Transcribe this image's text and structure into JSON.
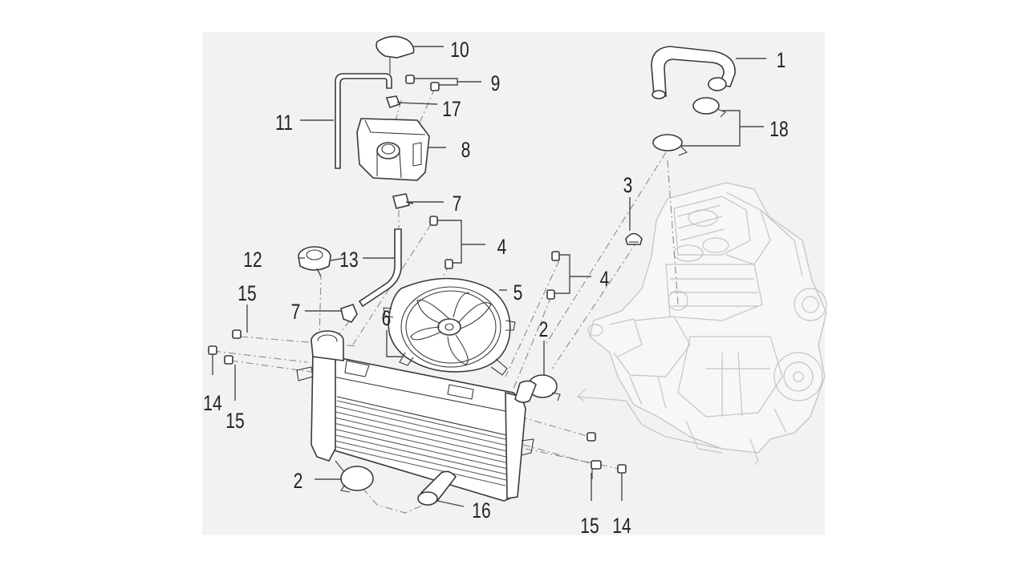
{
  "diagram": {
    "colors": {
      "background": "#ffffff",
      "panel": "#f2f2f2",
      "ink": "#222222",
      "engine_ghost": "#c4c4c4"
    },
    "callouts": [
      {
        "id": "c10",
        "text": "10"
      },
      {
        "id": "c9",
        "text": "9"
      },
      {
        "id": "c17",
        "text": "17"
      },
      {
        "id": "c11",
        "text": "11"
      },
      {
        "id": "c8",
        "text": "8"
      },
      {
        "id": "c7a",
        "text": "7"
      },
      {
        "id": "c1",
        "text": "1"
      },
      {
        "id": "c18",
        "text": "18"
      },
      {
        "id": "c3",
        "text": "3"
      },
      {
        "id": "c4a",
        "text": "4"
      },
      {
        "id": "c4b",
        "text": "4"
      },
      {
        "id": "c12",
        "text": "12"
      },
      {
        "id": "c13",
        "text": "13"
      },
      {
        "id": "c5",
        "text": "5"
      },
      {
        "id": "c15a",
        "text": "15"
      },
      {
        "id": "c7b",
        "text": "7"
      },
      {
        "id": "c6",
        "text": "6"
      },
      {
        "id": "c2a",
        "text": "2"
      },
      {
        "id": "c14a",
        "text": "14"
      },
      {
        "id": "c15b",
        "text": "15"
      },
      {
        "id": "c2b",
        "text": "2"
      },
      {
        "id": "c16",
        "text": "16"
      },
      {
        "id": "c15c",
        "text": "15"
      },
      {
        "id": "c14b",
        "text": "14"
      }
    ]
  }
}
